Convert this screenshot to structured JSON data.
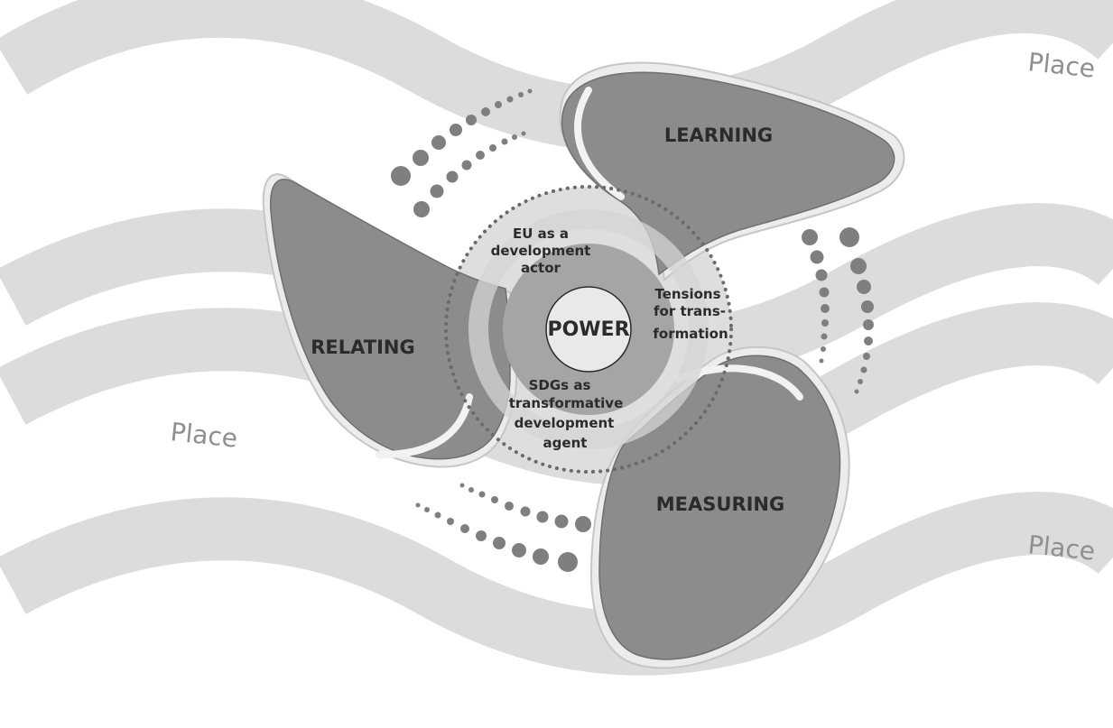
{
  "diagram": {
    "background_label_1": "Place",
    "background_label_2": "Place",
    "background_label_3": "Place",
    "blades": {
      "learning": "LEARNING",
      "relating": "RELATING",
      "measuring": "MEASURING"
    },
    "hub": {
      "center": "POWER",
      "top_line_1": "EU as a",
      "top_line_2": "development",
      "top_line_3": "actor",
      "right_line_1": "Tensions",
      "right_line_2": "for trans-",
      "right_line_3": "formation",
      "bottom_line_1": "SDGs as",
      "bottom_line_2": "transformative",
      "bottom_line_3": "development",
      "bottom_line_4": "agent"
    },
    "colors": {
      "wave": "#dcdcdc",
      "blade": "#8c8c8c",
      "hub_outer": "#dedede",
      "hub_inner": "#a5a5a5",
      "dots": "#7f7f7f"
    }
  }
}
